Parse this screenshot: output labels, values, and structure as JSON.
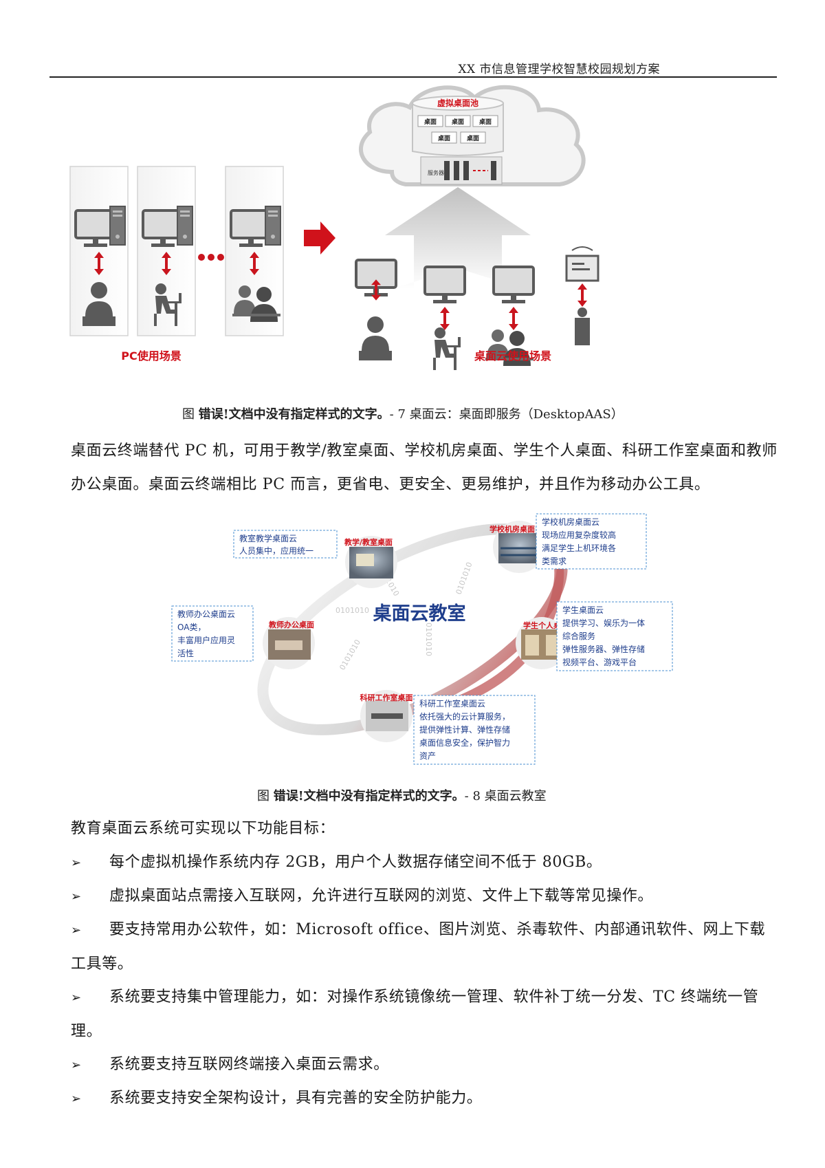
{
  "header": {
    "title": "XX 市信息管理学校智慧校园规划方案"
  },
  "figure7": {
    "pool_title": "虚拟桌面池",
    "desk_label": "桌面",
    "server_label": "服务器",
    "pc_scene_label": "PC使用场景",
    "cloud_scene_label": "桌面云使用场景",
    "caption_prefix": "图 ",
    "caption_error": "错误!文档中没有指定样式的文字。",
    "caption_suffix": "- 7 桌面云：桌面即服务（DesktopAAS）"
  },
  "para1": "桌面云终端替代 PC 机，可用于教学/教室桌面、学校机房桌面、学生个人桌面、科研工作室桌面和教师办公桌面。桌面云终端相比 PC 而言，更省电、更安全、更易维护，并且作为移动办公工具。",
  "figure8": {
    "center_title": "桌面云教室",
    "binary": "0101010",
    "nodes": {
      "teach": "教学/教室桌面",
      "lab": "学校机房桌面",
      "student": "学生个人桌面",
      "research": "科研工作室桌面",
      "office": "教师办公桌面"
    },
    "boxes": {
      "teach": [
        "教室教学桌面云",
        "人员集中，应用统一"
      ],
      "lab": [
        "学校机房桌面云",
        "现场应用复杂度较高",
        "满足学生上机环境各",
        "类需求"
      ],
      "student": [
        "学生桌面云",
        "提供学习、娱乐为一体",
        "综合服务",
        "弹性服务器、弹性存储",
        "视频平台、游戏平台"
      ],
      "research": [
        "科研工作室桌面云",
        "依托强大的云计算服务，",
        "提供弹性计算、弹性存储",
        "桌面信息安全，保护智力",
        "资产"
      ],
      "office": [
        "教师办公桌面云",
        "OA类，",
        "丰富用户应用灵",
        "活性"
      ]
    },
    "caption_prefix": "图 ",
    "caption_error": "错误!文档中没有指定样式的文字。",
    "caption_suffix": "- 8 桌面云教室"
  },
  "intro": "教育桌面云系统可实现以下功能目标：",
  "bullets": [
    "每个虚拟机操作系统内存 2GB，用户个人数据存储空间不低于 80GB。",
    "虚拟桌面站点需接入互联网，允许进行互联网的浏览、文件上下载等常见操作。",
    "要支持常用办公软件，如：Microsoft office、图片浏览、杀毒软件、内部通讯软件、网上下载工具等。",
    "系统要支持集中管理能力，如：对操作系统镜像统一管理、软件补丁统一分发、TC 终端统一管理。",
    "系统要支持互联网终端接入桌面云需求。",
    "系统要支持安全架构设计，具有完善的安全防护能力。"
  ],
  "bullet_arrow": "➢",
  "colors": {
    "accent_red": "#d0121b",
    "box_blue": "#1f3e8c",
    "dash_blue": "#4a8fd0"
  }
}
